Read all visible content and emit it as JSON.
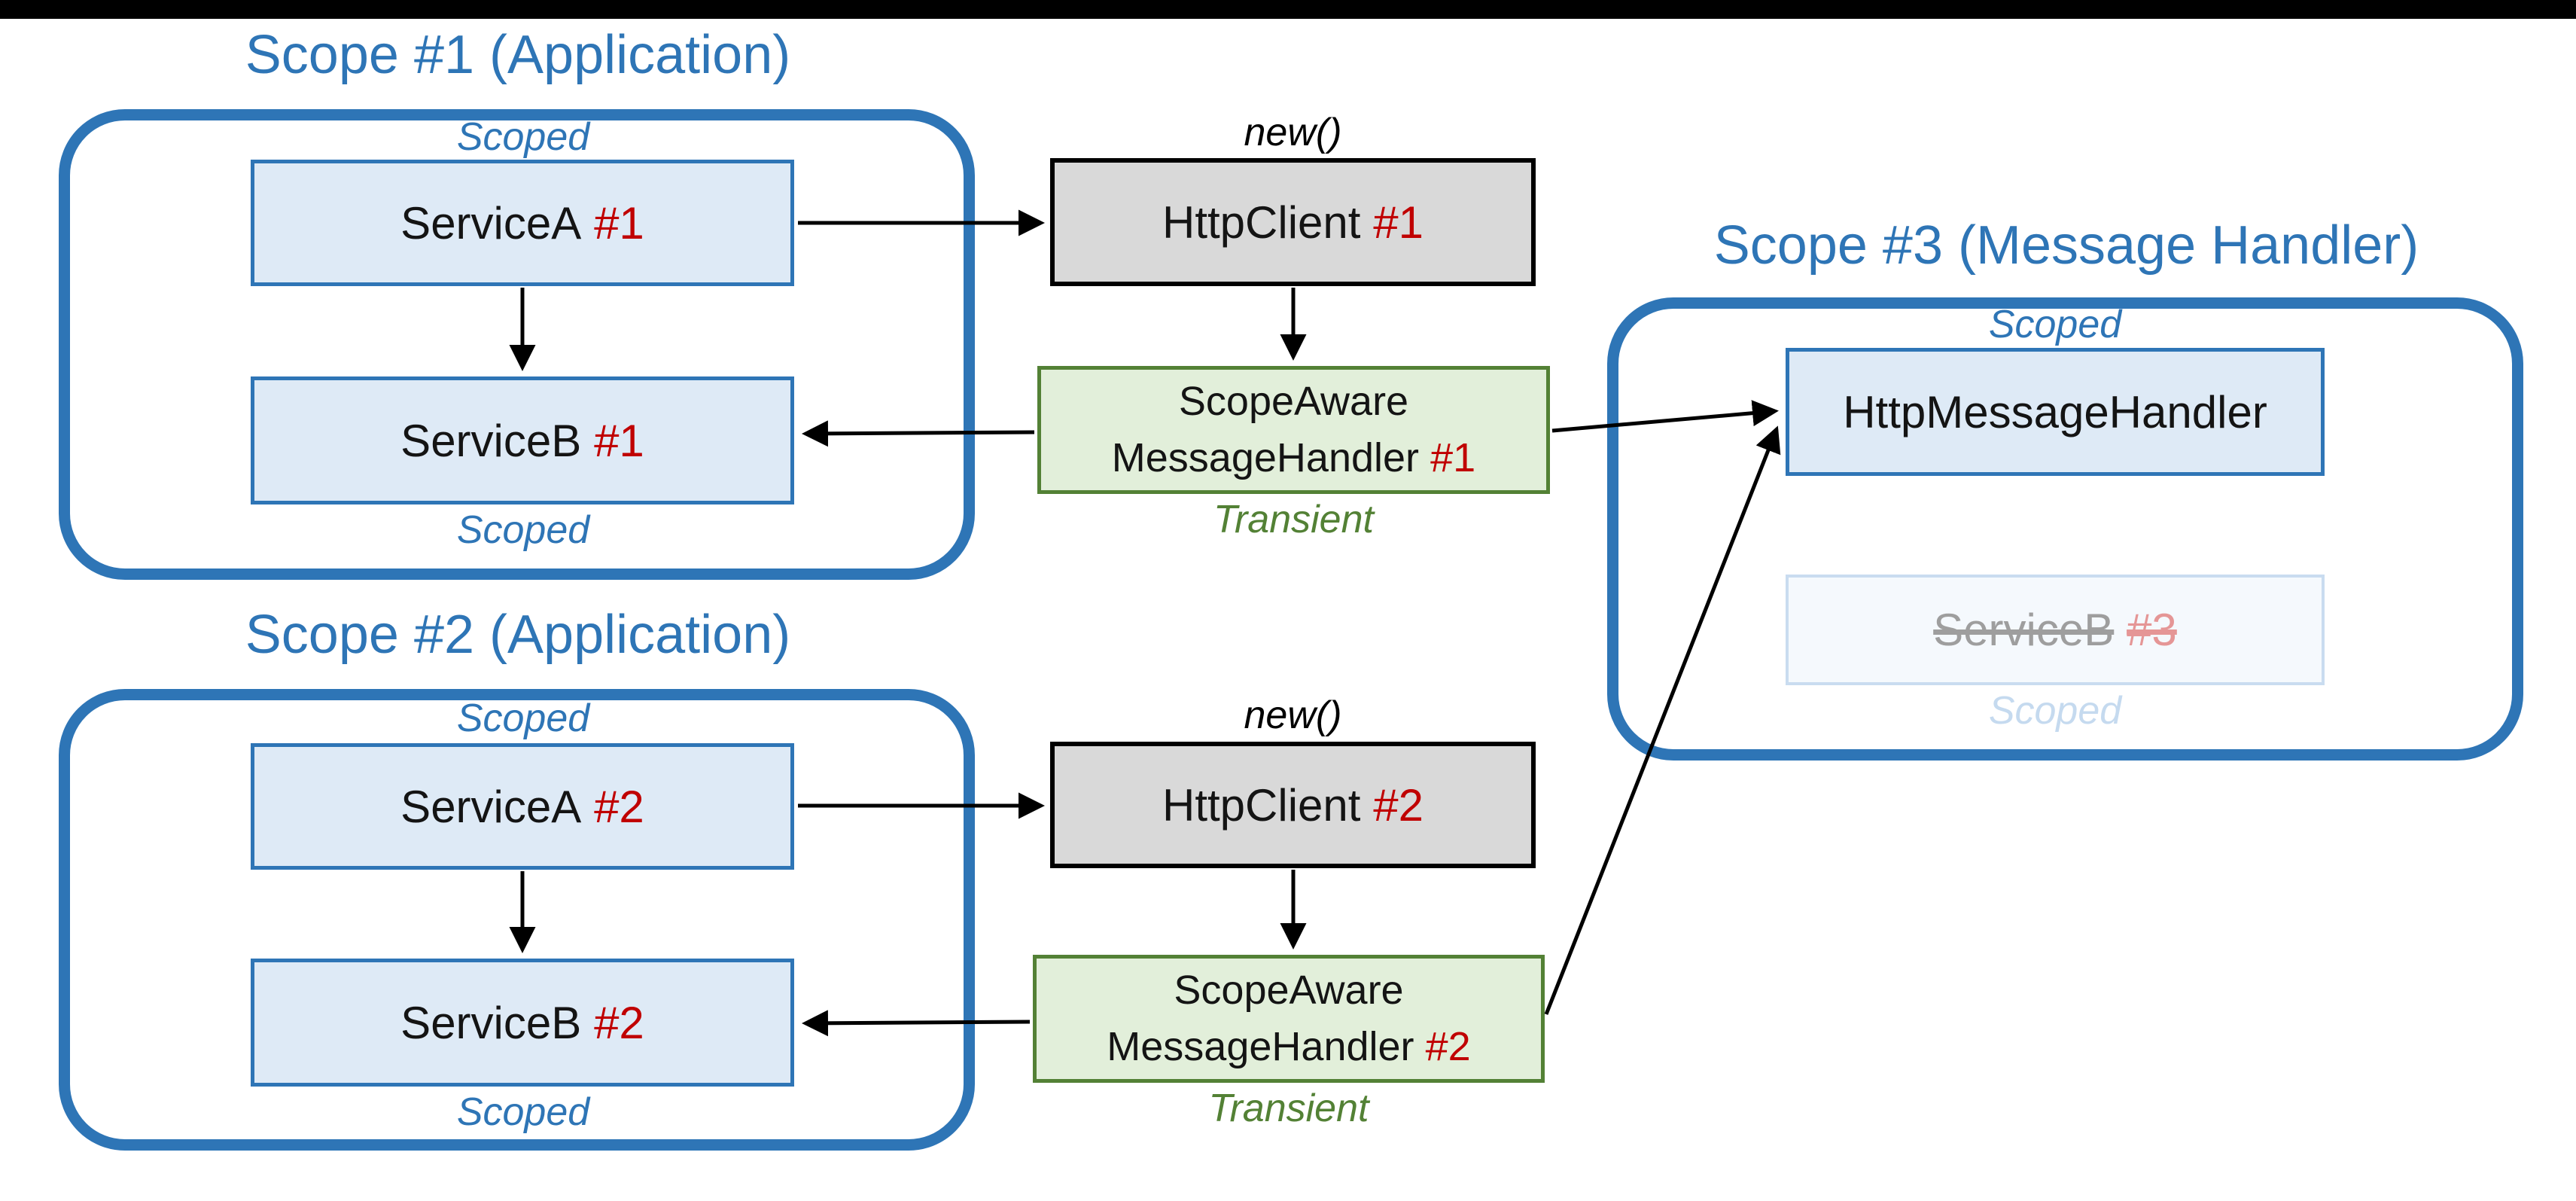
{
  "colors": {
    "accent_blue": "#2E75B6",
    "light_blue_fill": "#DEEAF6",
    "gray_fill": "#D9D9D9",
    "green_border": "#538135",
    "green_fill": "#E2EFDA",
    "instance_red": "#C00000",
    "faded_fill": "#F5F9FD",
    "faded_border": "#C9DCF0",
    "faded_gray_text": "#9E9E9E",
    "faded_red_text": "#E59696",
    "faded_blue_text": "#C5DAEF",
    "top_bar": "#000000"
  },
  "scope1": {
    "title": "Scope #1 (Application)",
    "scoped_top": "Scoped",
    "scoped_bottom": "Scoped",
    "service_a": "ServiceA",
    "service_a_num": "#1",
    "service_b": "ServiceB",
    "service_b_num": "#1"
  },
  "flow1": {
    "new_label": "new()",
    "client": "HttpClient",
    "client_num": "#1",
    "handler_line1": "ScopeAware",
    "handler_line2": "MessageHandler",
    "handler_num": "#1",
    "transient_label": "Transient"
  },
  "scope2": {
    "title": "Scope #2 (Application)",
    "scoped_top": "Scoped",
    "scoped_bottom": "Scoped",
    "service_a": "ServiceA",
    "service_a_num": "#2",
    "service_b": "ServiceB",
    "service_b_num": "#2"
  },
  "flow2": {
    "new_label": "new()",
    "client": "HttpClient",
    "client_num": "#2",
    "handler_line1": "ScopeAware",
    "handler_line2": "MessageHandler",
    "handler_num": "#2",
    "transient_label": "Transient"
  },
  "scope3": {
    "title": "Scope #3 (Message Handler)",
    "scoped_top": "Scoped",
    "message_handler": "HttpMessageHandler",
    "service_b": "ServiceB",
    "service_b_num": "#3",
    "scoped_faded": "Scoped"
  },
  "edges": [
    {
      "from": "ServiceA #1",
      "to": "HttpClient #1"
    },
    {
      "from": "ServiceA #1",
      "to": "ServiceB #1"
    },
    {
      "from": "HttpClient #1",
      "to": "ScopeAware MessageHandler #1"
    },
    {
      "from": "ScopeAware MessageHandler #1",
      "to": "ServiceB #1"
    },
    {
      "from": "ScopeAware MessageHandler #1",
      "to": "HttpMessageHandler"
    },
    {
      "from": "ServiceA #2",
      "to": "HttpClient #2"
    },
    {
      "from": "ServiceA #2",
      "to": "ServiceB #2"
    },
    {
      "from": "HttpClient #2",
      "to": "ScopeAware MessageHandler #2"
    },
    {
      "from": "ScopeAware MessageHandler #2",
      "to": "ServiceB #2"
    },
    {
      "from": "ScopeAware MessageHandler #2",
      "to": "HttpMessageHandler"
    }
  ]
}
